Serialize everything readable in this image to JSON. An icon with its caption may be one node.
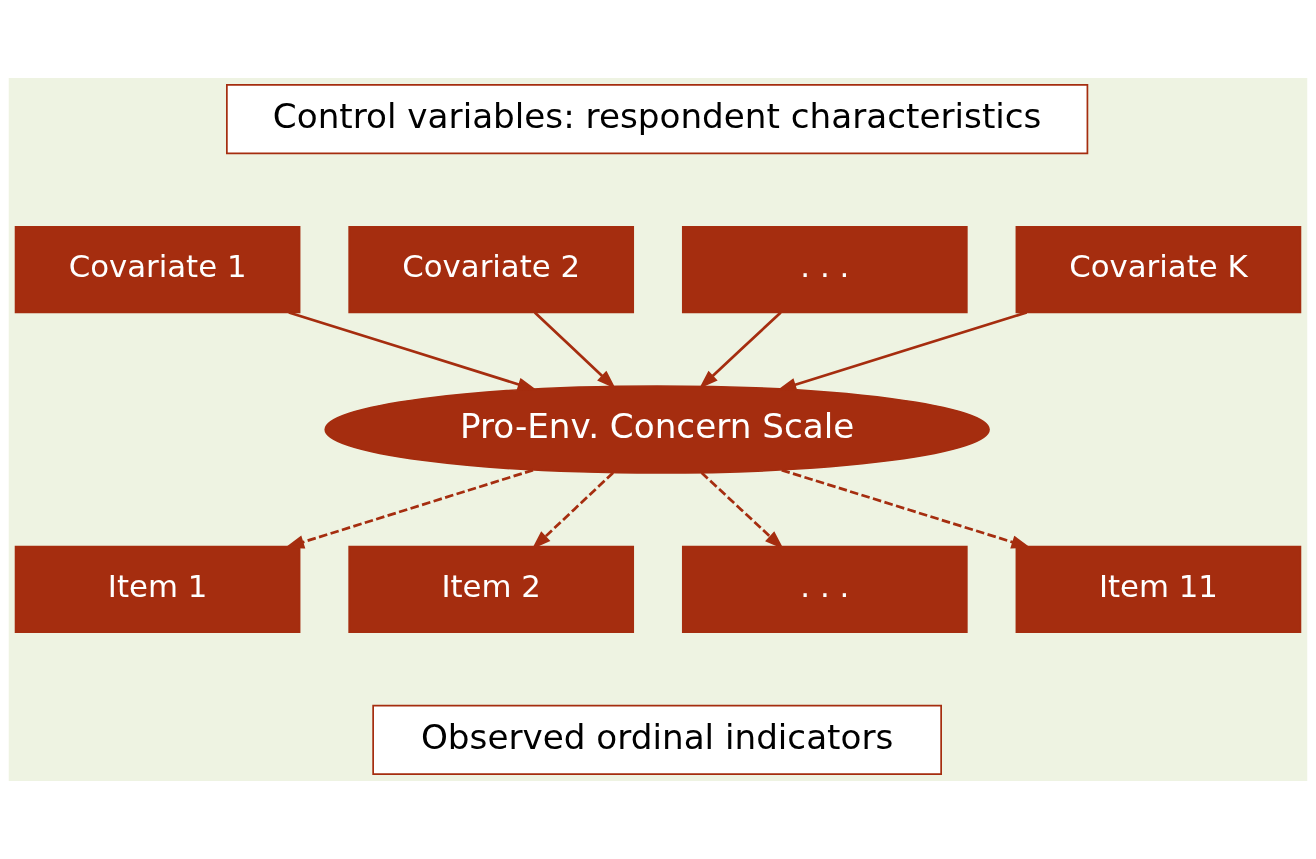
{
  "diagram": {
    "nodes": [
      {
        "text": [
          "Control variables: respondent characteristics"
        ]
      },
      {
        "text": [
          "Covariate 1"
        ]
      },
      {
        "text": [
          "Covariate 2"
        ]
      },
      {
        "text": [
          ". . ."
        ]
      },
      {
        "text": [
          "Covariate K"
        ]
      },
      {
        "text": [
          "Pro-Env. Concern Scale"
        ]
      },
      {
        "text": [
          "Item 1"
        ]
      },
      {
        "text": [
          "Item 2"
        ]
      },
      {
        "text": [
          ". . ."
        ]
      },
      {
        "text": [
          "Item 11"
        ]
      },
      {
        "text": [
          "Observed ordinal indicators"
        ]
      }
    ],
    "edges": [
      {
        "from": 1,
        "to": 5,
        "arrow": "to"
      },
      {
        "from": 2,
        "to": 5,
        "arrow": "to"
      },
      {
        "from": 3,
        "to": 5,
        "arrow": "to"
      },
      {
        "from": 4,
        "to": 5,
        "arrow": "to"
      },
      {
        "from": 5,
        "to": 6,
        "arrow": "to",
        "style": "dashed"
      },
      {
        "from": 5,
        "to": 7,
        "arrow": "to",
        "style": "dashed"
      },
      {
        "from": 5,
        "to": 8,
        "arrow": "to",
        "style": "dashed"
      },
      {
        "from": 5,
        "to": 9,
        "arrow": "to",
        "style": "dashed"
      }
    ]
  }
}
